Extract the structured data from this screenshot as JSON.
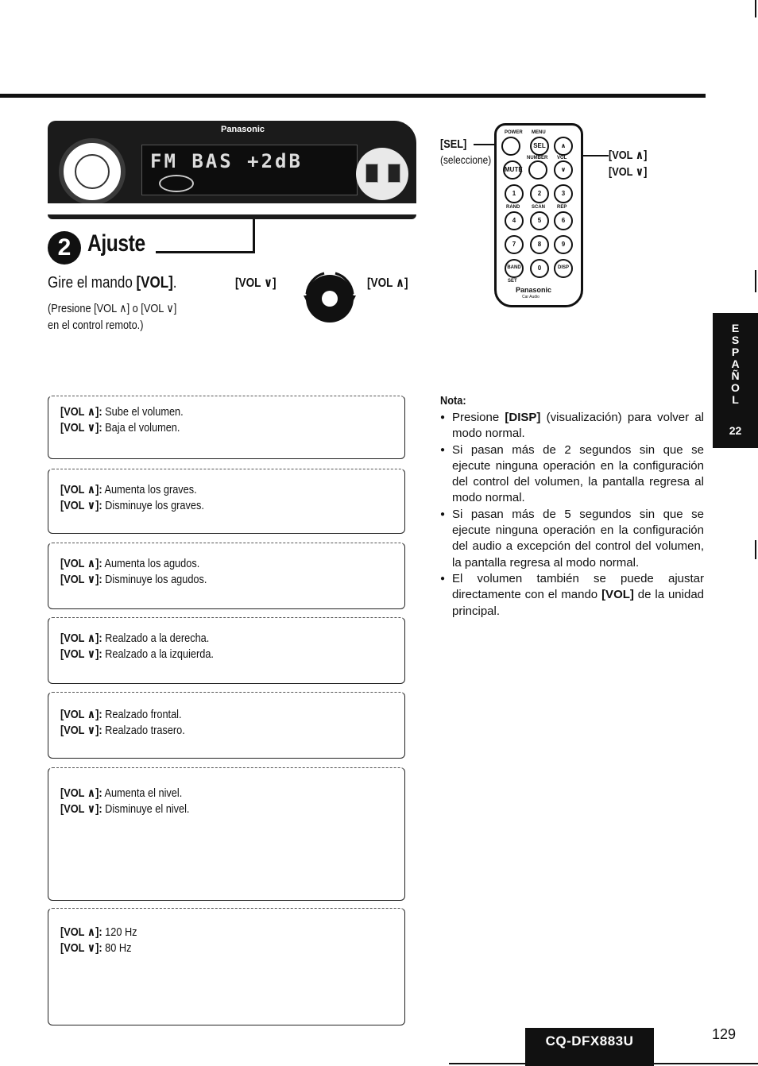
{
  "head_unit": {
    "brand": "Panasonic",
    "display": "FM BAS +2dB"
  },
  "section": {
    "number": "2",
    "title": "Ajuste",
    "instruction_prefix": "Gire el mando ",
    "instruction_key": "[VOL]",
    "instruction_suffix": ".",
    "remote_note_line1": "(Presione [VOL ∧] o [VOL ∨]",
    "remote_note_line2": "en el control remoto.)",
    "knob_left_label": "[VOL ∨]",
    "knob_right_label": "[VOL ∧]"
  },
  "remote": {
    "sel_label": "[SEL]",
    "sel_sub": "(seleccione)",
    "vol_up": "[VOL ∧]",
    "vol_down": "[VOL ∨]",
    "brand": "Panasonic",
    "brand_sub": "Car Audio",
    "buttons": [
      "POWER",
      "MENU",
      "SEL",
      "MUTE",
      "NUMBER",
      "VOL",
      "1",
      "2",
      "3",
      "RAND",
      "SCAN",
      "REP",
      "4",
      "5",
      "6",
      "7",
      "8",
      "9",
      "BAND",
      "0",
      "DISP",
      "SET"
    ]
  },
  "side_tab": {
    "letters": [
      "E",
      "S",
      "P",
      "A",
      "Ñ",
      "O",
      "L"
    ],
    "page": "22"
  },
  "boxes": [
    {
      "up_key": "[VOL ∧]:",
      "up_text": " Sube el volumen.",
      "down_key": "[VOL ∨]:",
      "down_text": " Baja el volumen."
    },
    {
      "up_key": "[VOL ∧]:",
      "up_text": " Aumenta los graves.",
      "down_key": "[VOL ∨]:",
      "down_text": " Disminuye los graves."
    },
    {
      "up_key": "[VOL ∧]:",
      "up_text": " Aumenta los agudos.",
      "down_key": "[VOL ∨]:",
      "down_text": " Disminuye los agudos."
    },
    {
      "up_key": "[VOL ∧]:",
      "up_text": " Realzado a la derecha.",
      "down_key": "[VOL ∨]:",
      "down_text": " Realzado a la izquierda."
    },
    {
      "up_key": "[VOL ∧]:",
      "up_text": " Realzado frontal.",
      "down_key": "[VOL ∨]:",
      "down_text": " Realzado trasero."
    },
    {
      "up_key": "[VOL ∧]:",
      "up_text": " Aumenta el nivel.",
      "down_key": "[VOL ∨]:",
      "down_text": " Disminuye el nivel."
    },
    {
      "up_key": "[VOL ∧]:",
      "up_text": " 120 Hz",
      "down_key": "[VOL ∨]:",
      "down_text": " 80 Hz"
    }
  ],
  "note": {
    "title": "Nota:",
    "item1_pre": "Presione ",
    "item1_key": "[DISP]",
    "item1_post": " (visualización) para volver al modo normal.",
    "item2": "Si pasan más de 2 segundos sin que se ejecute ninguna operación en la configuración del control del volumen, la pantalla regresa al modo normal.",
    "item3": "Si pasan más de 5 segundos sin que se ejecute ninguna operación en la configuración del audio a excepción del control del volumen, la pantalla regresa al modo normal.",
    "item4_pre": "El volumen también se puede ajustar directamente con el mando ",
    "item4_key": "[VOL]",
    "item4_post": " de la unidad principal."
  },
  "footer": {
    "model": "CQ-DFX883U",
    "page": "129"
  }
}
